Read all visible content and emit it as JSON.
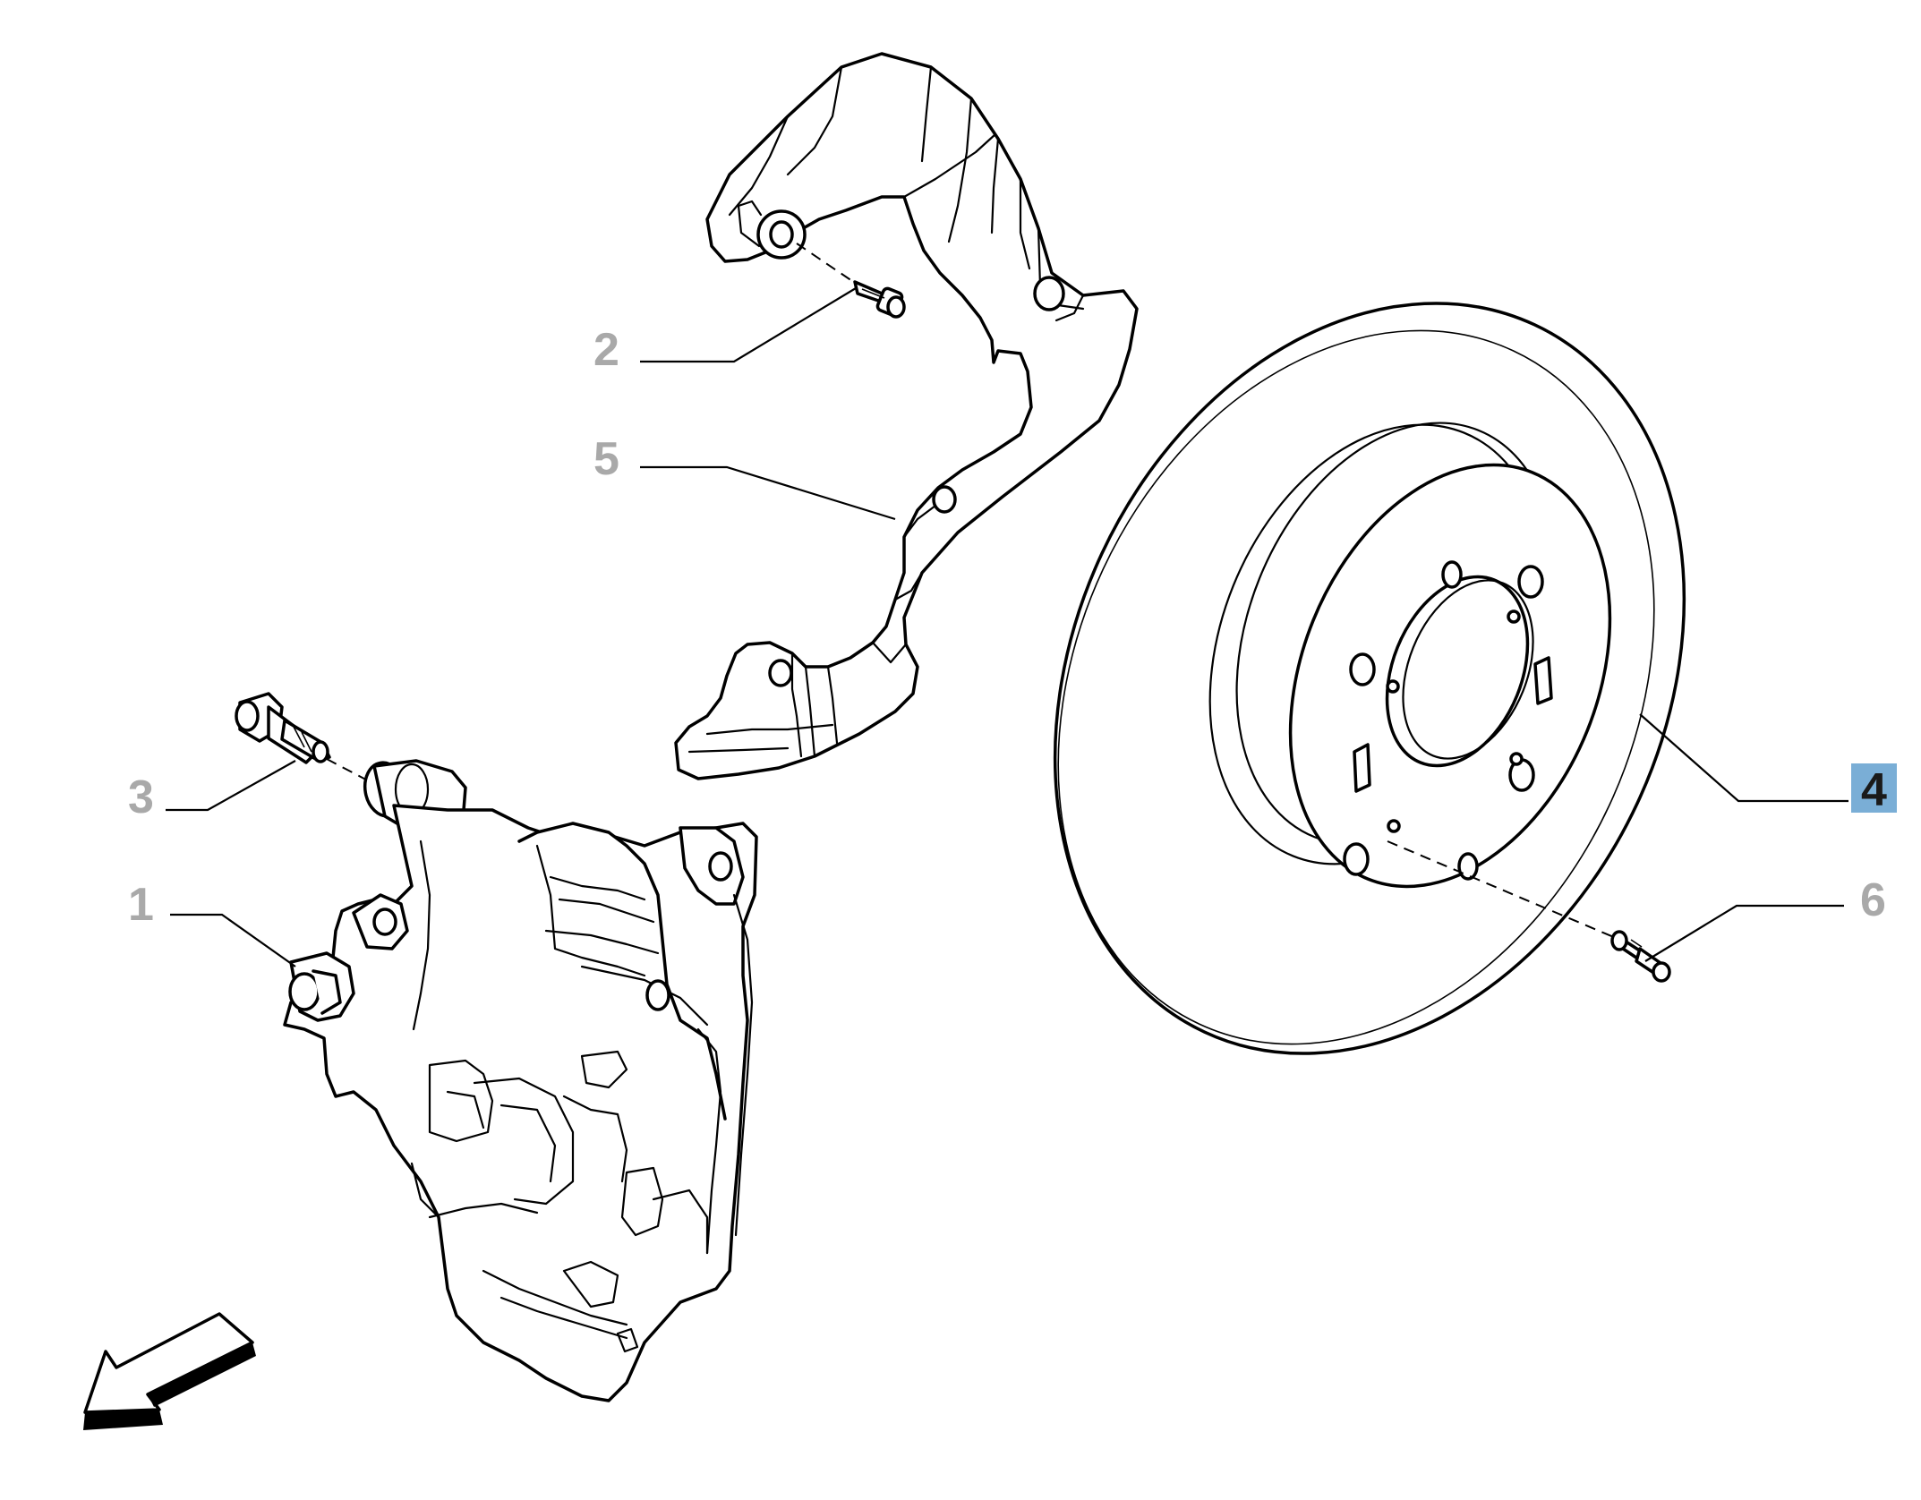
{
  "diagram": {
    "callouts": [
      {
        "id": "1",
        "label": "1",
        "state": "normal"
      },
      {
        "id": "2",
        "label": "2",
        "state": "normal"
      },
      {
        "id": "3",
        "label": "3",
        "state": "normal"
      },
      {
        "id": "4",
        "label": "4",
        "state": "highlighted"
      },
      {
        "id": "5",
        "label": "5",
        "state": "normal"
      },
      {
        "id": "6",
        "label": "6",
        "state": "normal"
      }
    ],
    "colors": {
      "callout_normal": "#a9a9a9",
      "callout_highlight_bg": "#7aaed6",
      "callout_highlight_text": "#1a1a1a",
      "line": "#000000",
      "background": "#ffffff"
    },
    "icons": {
      "direction_arrow": "front-direction-arrow-icon"
    }
  }
}
